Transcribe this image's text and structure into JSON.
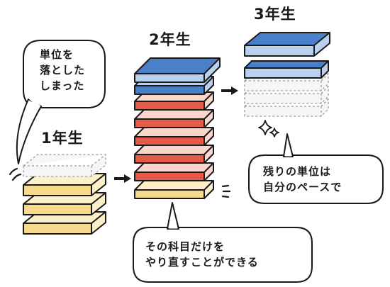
{
  "labels": {
    "year1": "1年生",
    "year2": "2年生",
    "year3": "3年生"
  },
  "bubbles": {
    "dropped": [
      "単位を",
      "落とした",
      "しまった"
    ],
    "retake": [
      "その科目だけを",
      "やり直すことができる"
    ],
    "own_pace": [
      "残りの単位は",
      "自分のペースで"
    ]
  },
  "colors": {
    "outline": "#1a1a1a",
    "yellow_front": "#f7d98b",
    "yellow_top": "#fdf0c8",
    "red_front": "#e45c49",
    "red_right": "#fbd6cc",
    "blue_front": "#4a7fc9",
    "blue_top": "#b9d1ef",
    "ghost": "#999999"
  },
  "icons": [
    "arrow-right-icon",
    "arrow-right-icon",
    "sparkle-icon",
    "motion-lines-icon",
    "motion-lines-icon"
  ]
}
